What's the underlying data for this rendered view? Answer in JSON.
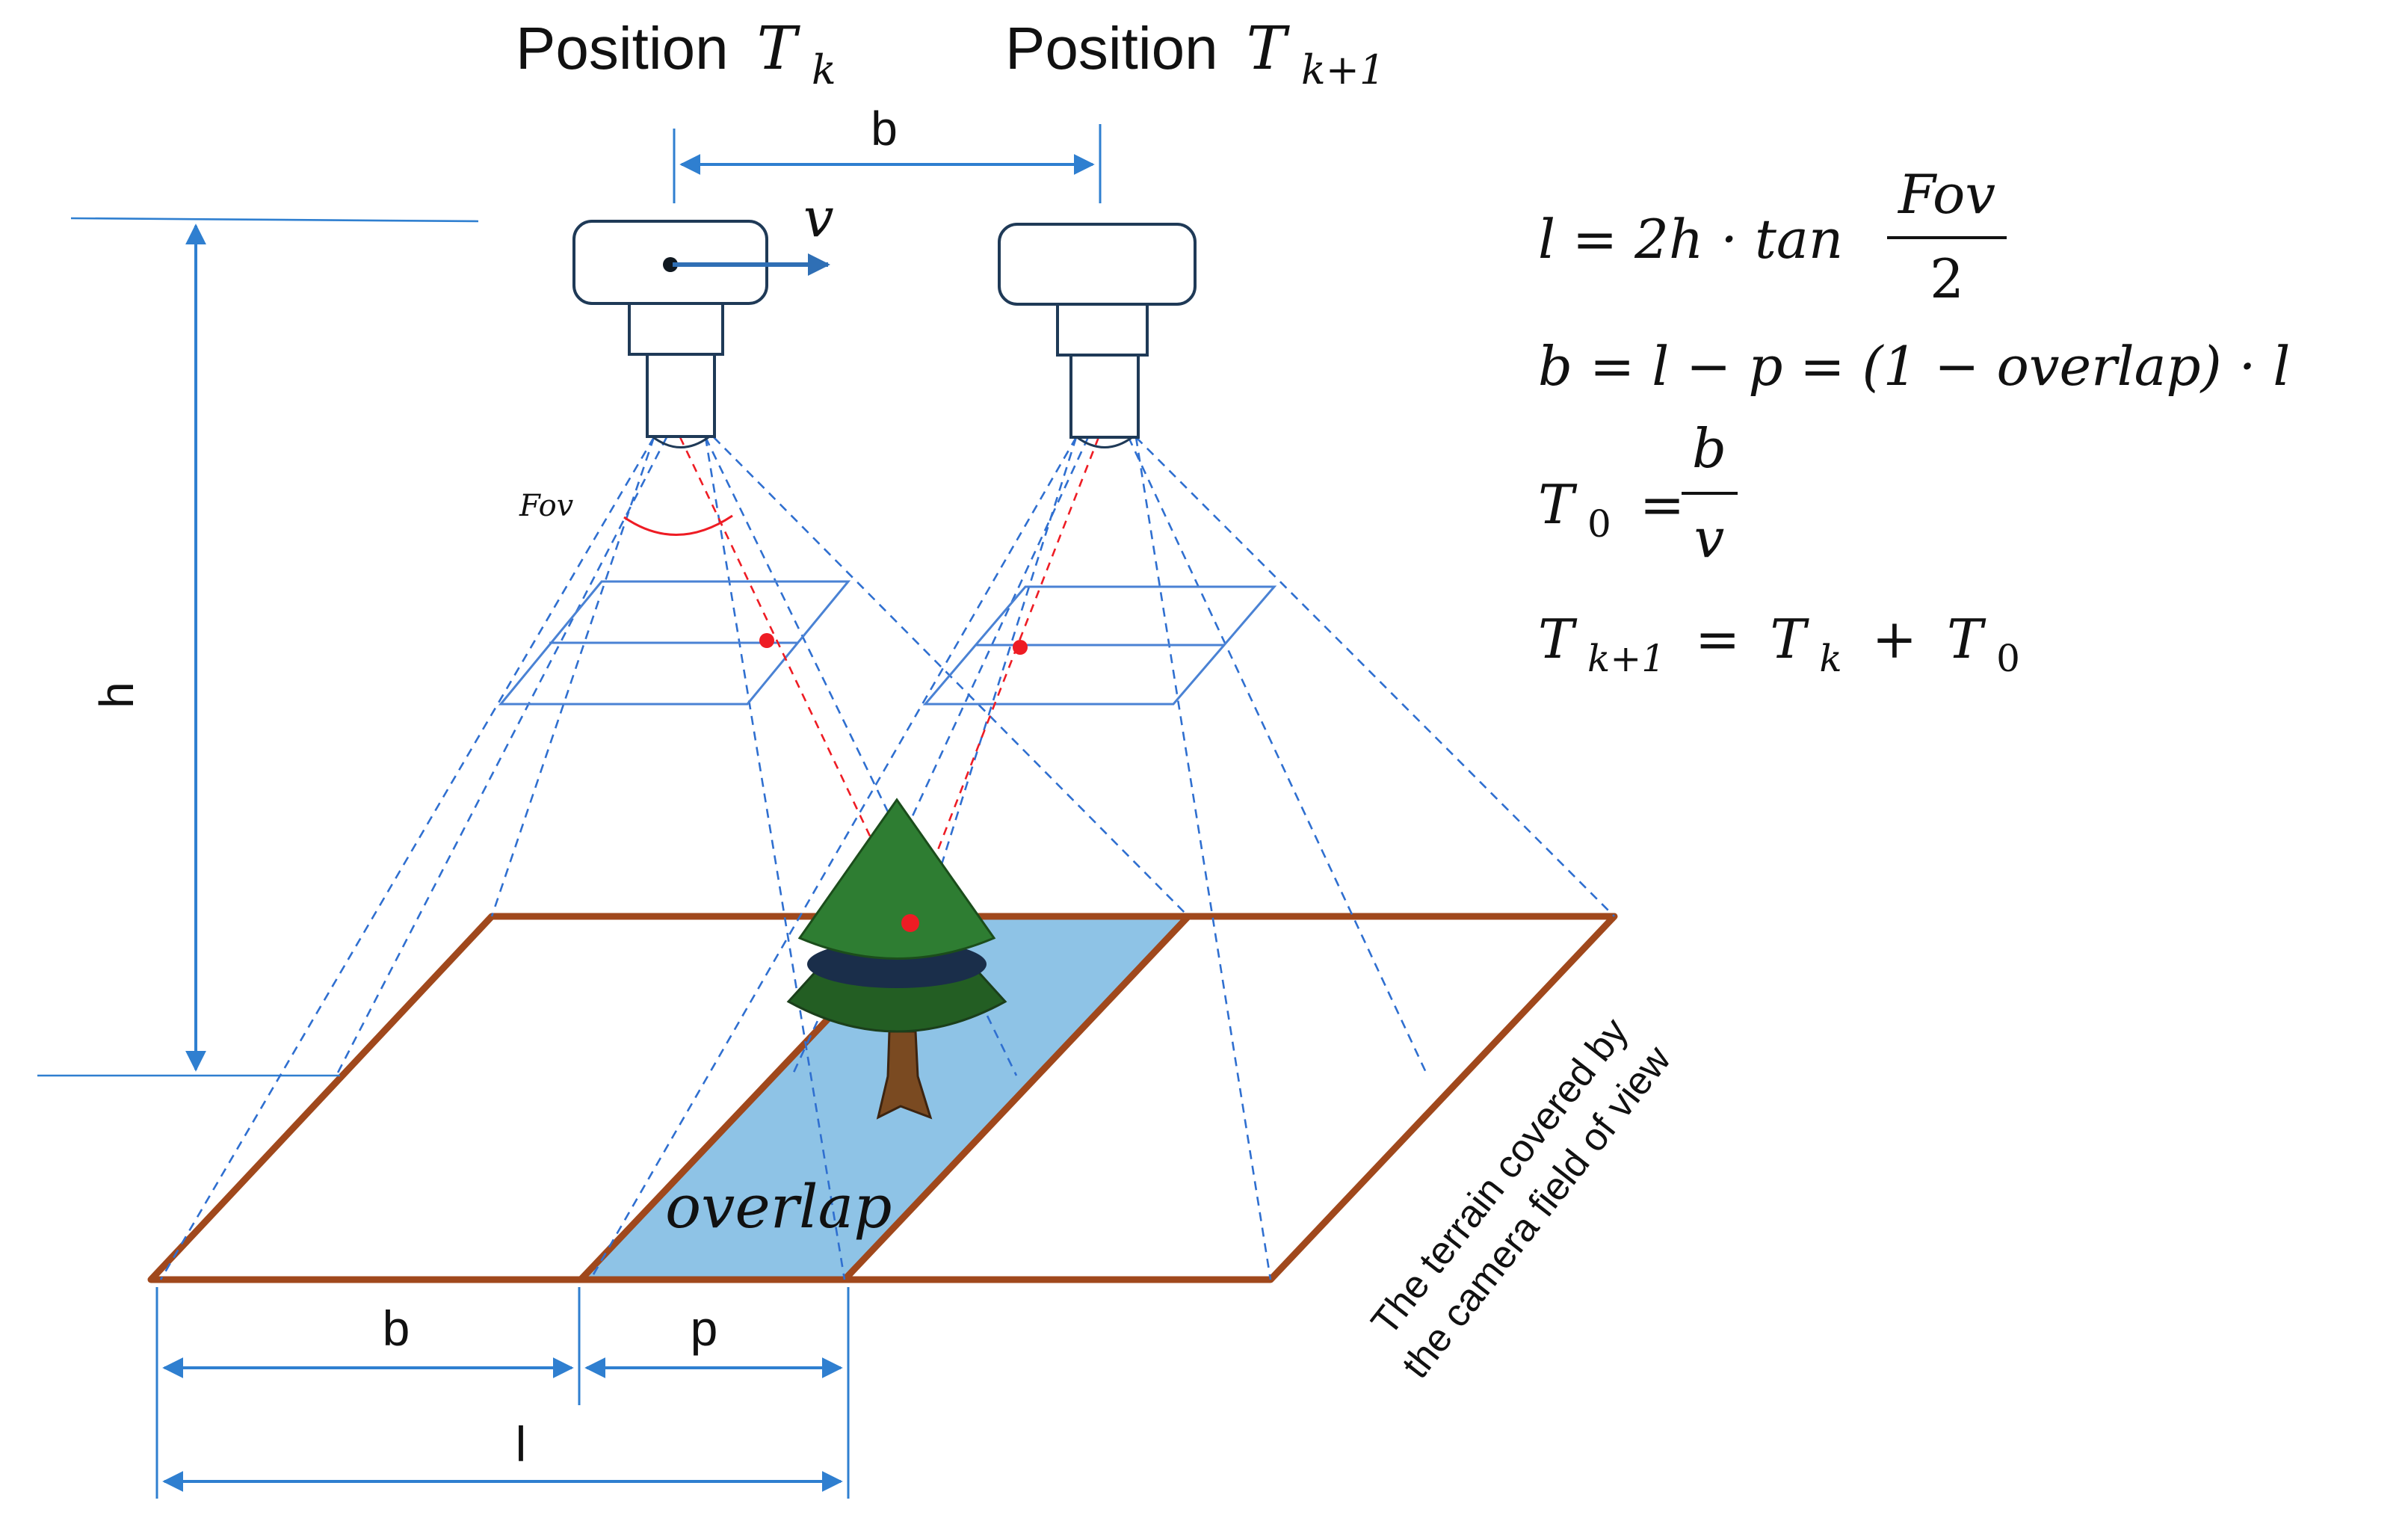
{
  "positions": {
    "left": {
      "word": "Position",
      "sym": "T",
      "sub": "k"
    },
    "right": {
      "word": "Position",
      "sym": "T",
      "sub": "k+1"
    }
  },
  "dimensions": {
    "baseline_top": "b",
    "height": "h",
    "baseline_bottom": "b",
    "overlap_width": "p",
    "footprint_length": "l"
  },
  "velocity_label": "v",
  "fov_label": "Fov",
  "overlap_label": "overlap",
  "terrain_caption": {
    "line1": "The terrain covered by",
    "line2": "the camera field of view"
  },
  "equations": {
    "eq1": {
      "lhs": "l = 2h · tan",
      "num": "Fov",
      "den": "2"
    },
    "eq2": {
      "text": "b = l − p = (1 − overlap) · l"
    },
    "eq3": {
      "lhs_sym": "T",
      "lhs_sub": "0",
      "eq": "=",
      "num": "b",
      "den": "v"
    },
    "eq4": {
      "a_sym": "T",
      "a_sub": "k+1",
      "mid": "=",
      "b_sym": "T",
      "b_sub": "k",
      "plus": "+",
      "c_sym": "T",
      "c_sub": "0"
    }
  },
  "colors": {
    "dimension_lines": "#2f7fd0",
    "fov_lines": "#2f6fd0",
    "image_plane": "#4a82d4",
    "terrain_outline": "#a0481c",
    "overlap_fill": "#8ec3e6",
    "ray_points": "#ee1c24",
    "tree_top": "#2e7d32",
    "tree_bottom": "#235e23",
    "trunk": "#7a4a21",
    "camera_outline": "#1f3a57"
  }
}
